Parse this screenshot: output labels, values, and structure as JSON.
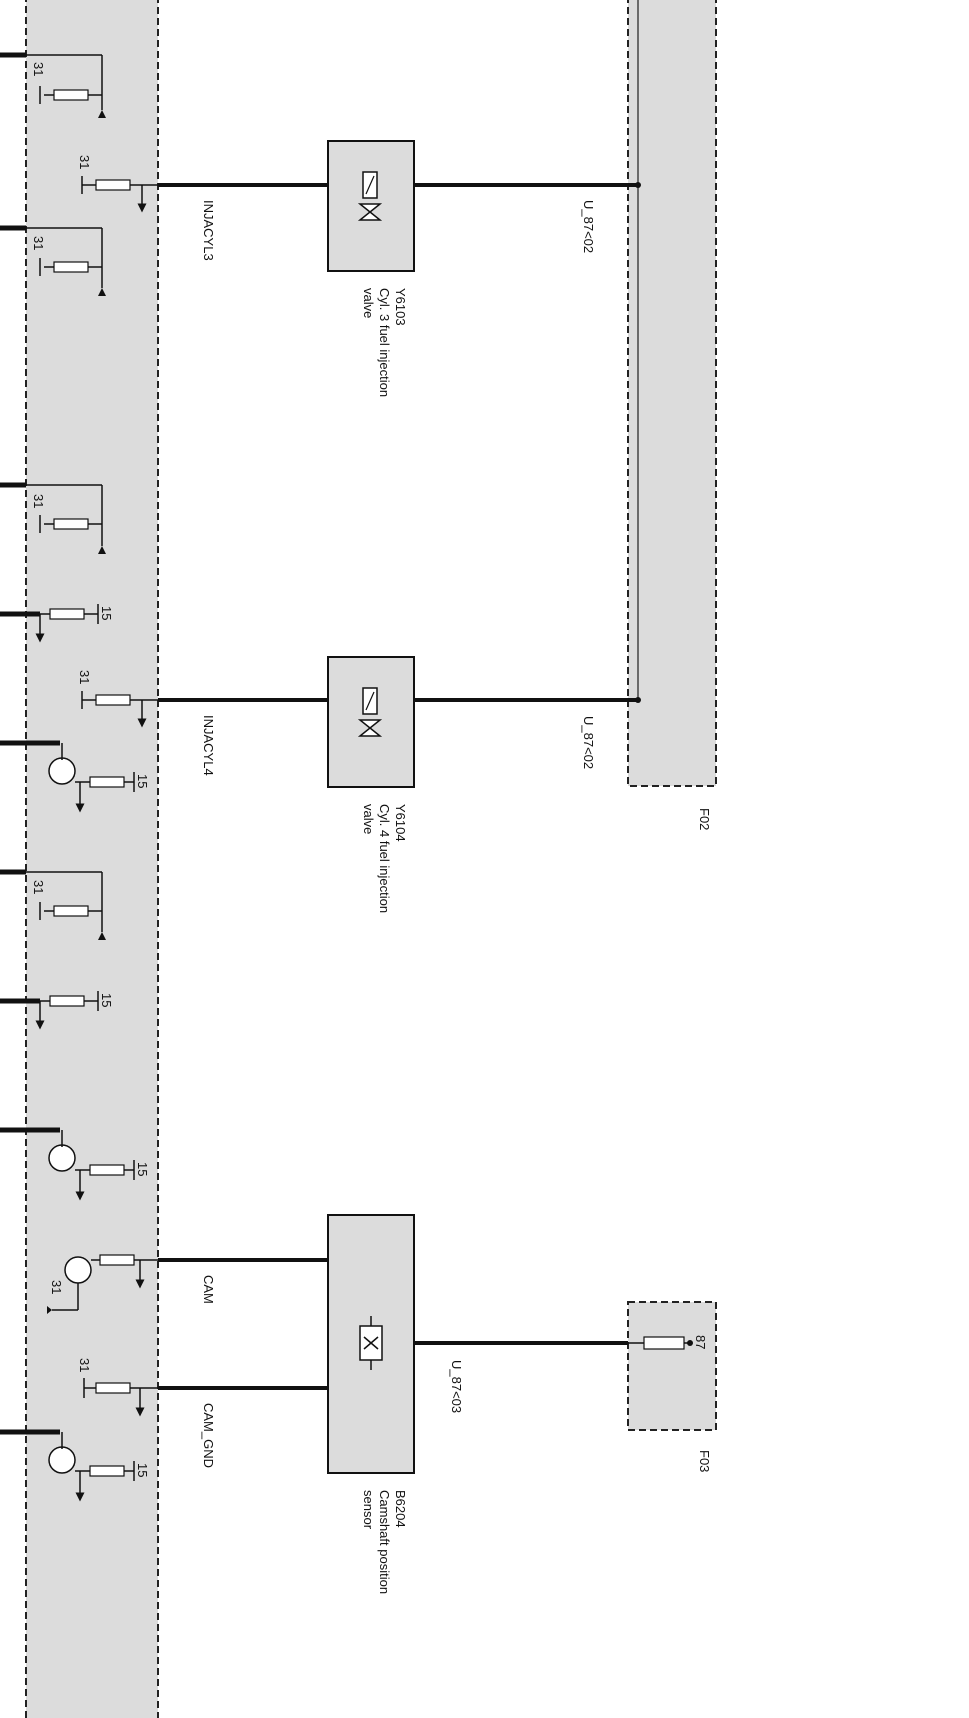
{
  "diagram": {
    "signals": {
      "injcyl3": "INJACYL3",
      "injcyl4": "INJACYL4",
      "cam": "CAM",
      "cam_gnd": "CAM_GND"
    },
    "components": {
      "y6103": {
        "code": "Y6103",
        "desc1": "Cyl. 3 fuel injection",
        "desc2": "valve"
      },
      "y6104": {
        "code": "Y6104",
        "desc1": "Cyl. 4 fuel injection",
        "desc2": "valve"
      },
      "b6204": {
        "code": "B6204",
        "desc1": "Camshaft position",
        "desc2": "sensor"
      }
    },
    "wires": {
      "u87_02_a": "U_87<02",
      "u87_02_b": "U_87<02",
      "u87_03": "U_87<03"
    },
    "fuses": {
      "f02": "F02",
      "f03": "F03",
      "f03_pin": "87"
    },
    "pins": {
      "p31": "31",
      "p15": "15"
    }
  }
}
